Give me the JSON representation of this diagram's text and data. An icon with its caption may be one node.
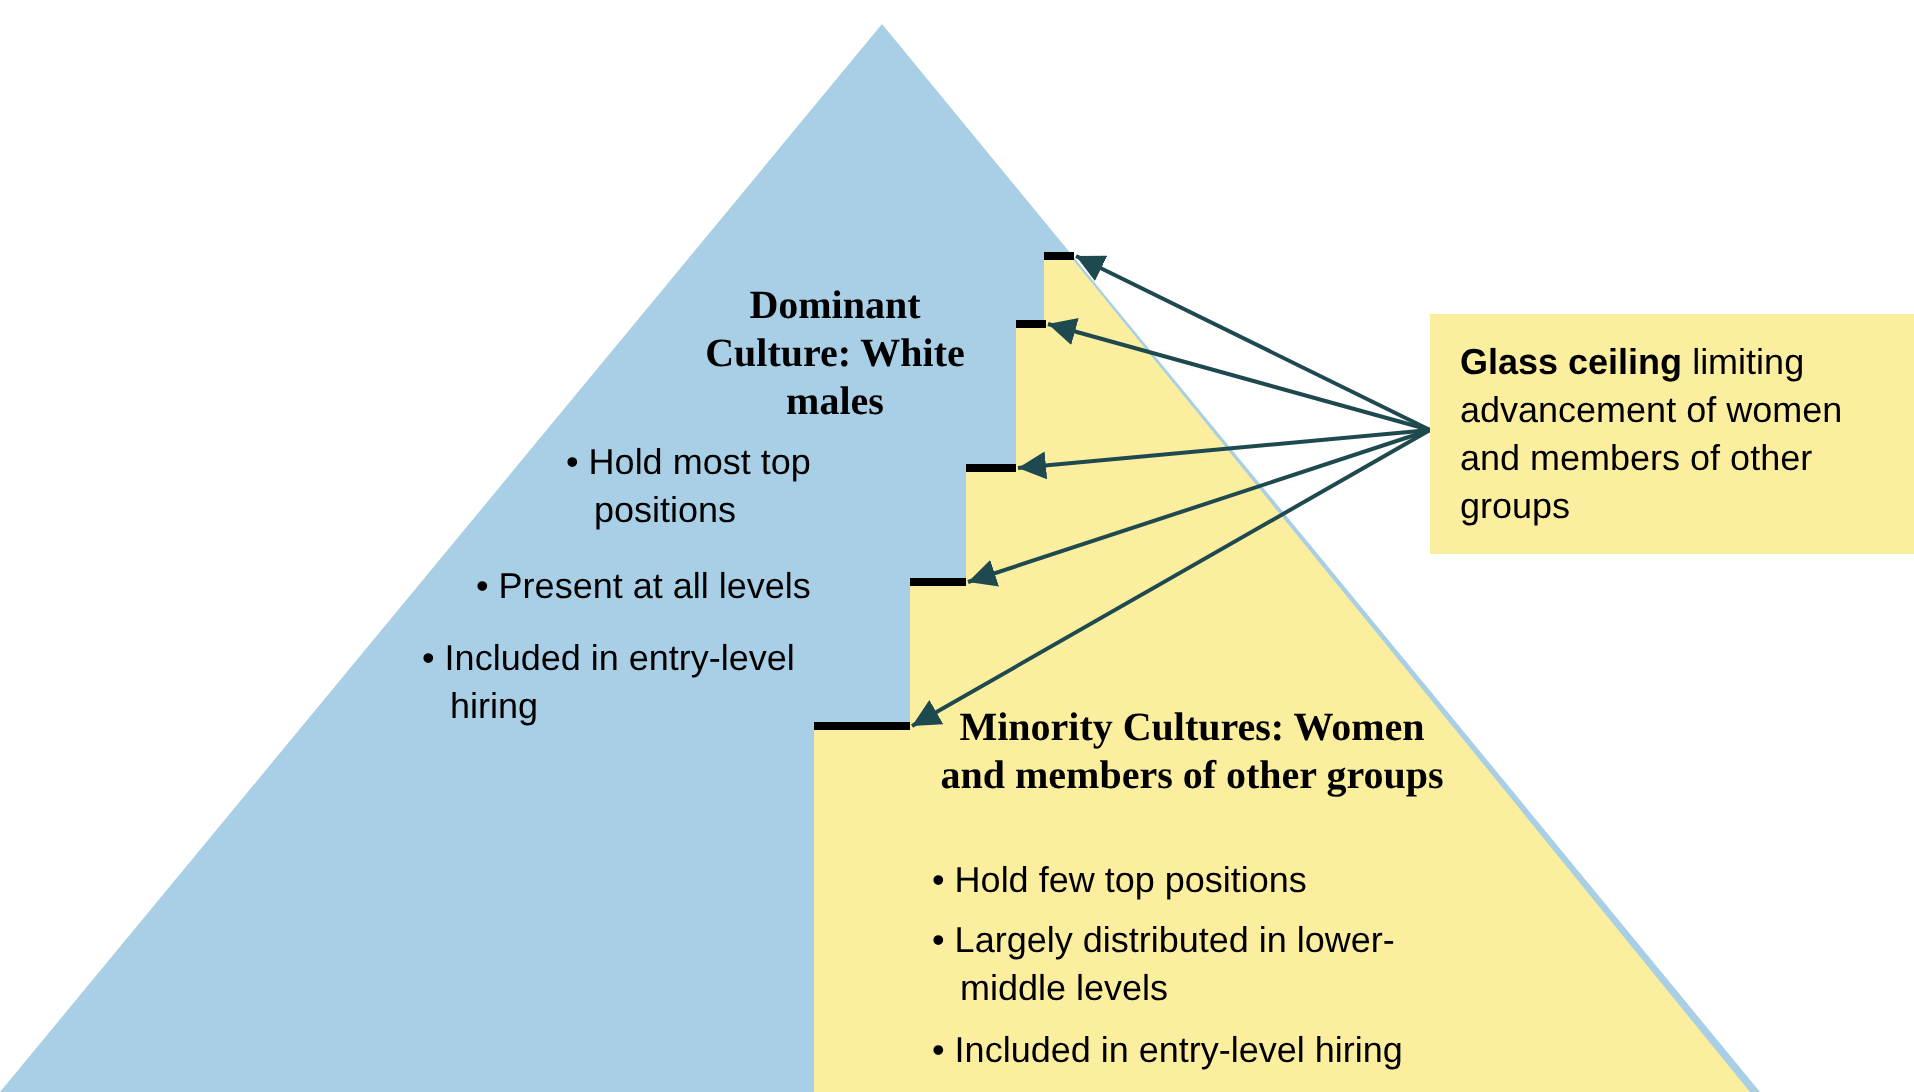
{
  "diagram": {
    "nodes": [
      {
        "text": [
          "Dominant Culture: White males",
          "• Hold most top positions",
          "• Present at all levels",
          "• Included in entry-level hiring"
        ]
      },
      {
        "text": [
          "Minority Cultures: Women and members of other groups",
          "• Hold few top positions",
          "• Largely distributed in lower-middle levels",
          "• Included in entry-level hiring"
        ]
      },
      {
        "text": [
          "**Glass ceiling** limiting advancement of women and members of other groups"
        ]
      },
      {
        "text": [],
        "shape": "bar"
      },
      {
        "text": [],
        "shape": "bar"
      },
      {
        "text": [],
        "shape": "bar"
      },
      {
        "text": [],
        "shape": "bar"
      },
      {
        "text": [],
        "shape": "bar"
      }
    ],
    "edges": [
      {
        "from": 2,
        "to": 3,
        "arrow": "to"
      },
      {
        "from": 2,
        "to": 4,
        "arrow": "to"
      },
      {
        "from": 2,
        "to": 5,
        "arrow": "to"
      },
      {
        "from": 2,
        "to": 6,
        "arrow": "to"
      },
      {
        "from": 2,
        "to": 7,
        "arrow": "to"
      }
    ]
  }
}
